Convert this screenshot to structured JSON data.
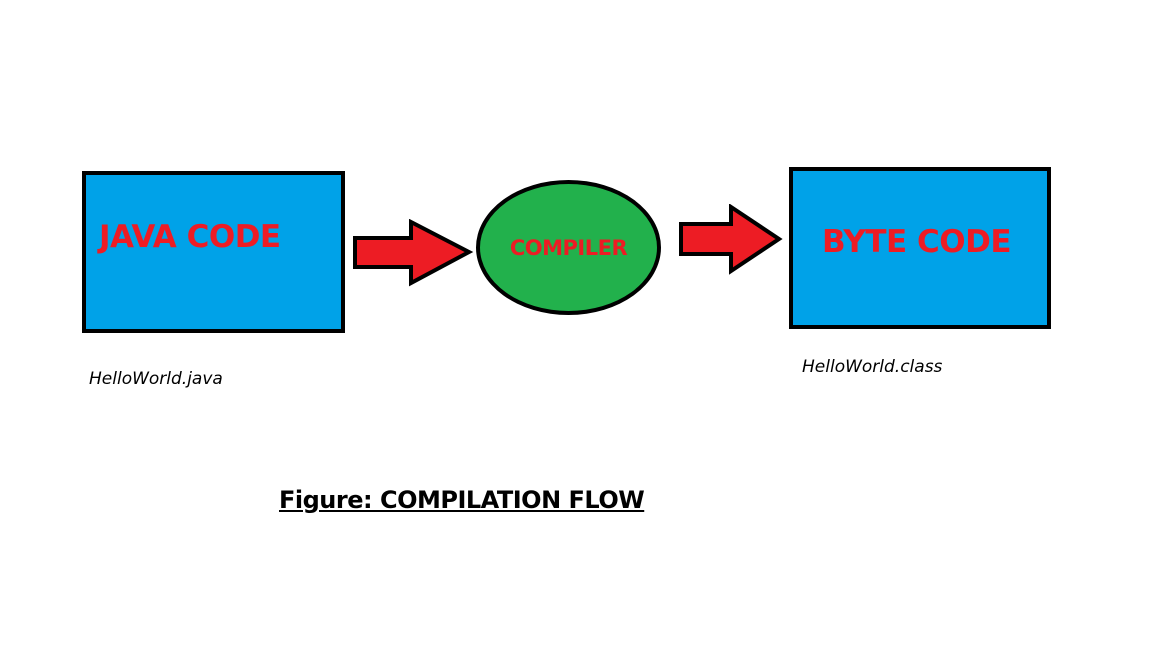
{
  "diagram": {
    "source_box": {
      "label": "JAVA CODE",
      "filename": "HelloWorld.java"
    },
    "compiler": {
      "label": "COMPILER"
    },
    "target_box": {
      "label": "BYTE CODE",
      "filename": "HelloWorld.class"
    },
    "caption": "Figure: COMPILATION FLOW"
  },
  "colors": {
    "box_fill": "#00a2e8",
    "compiler_fill": "#22b14c",
    "arrow_fill": "#ed1c24",
    "label_text": "#ed1c24",
    "outline": "#000000"
  }
}
